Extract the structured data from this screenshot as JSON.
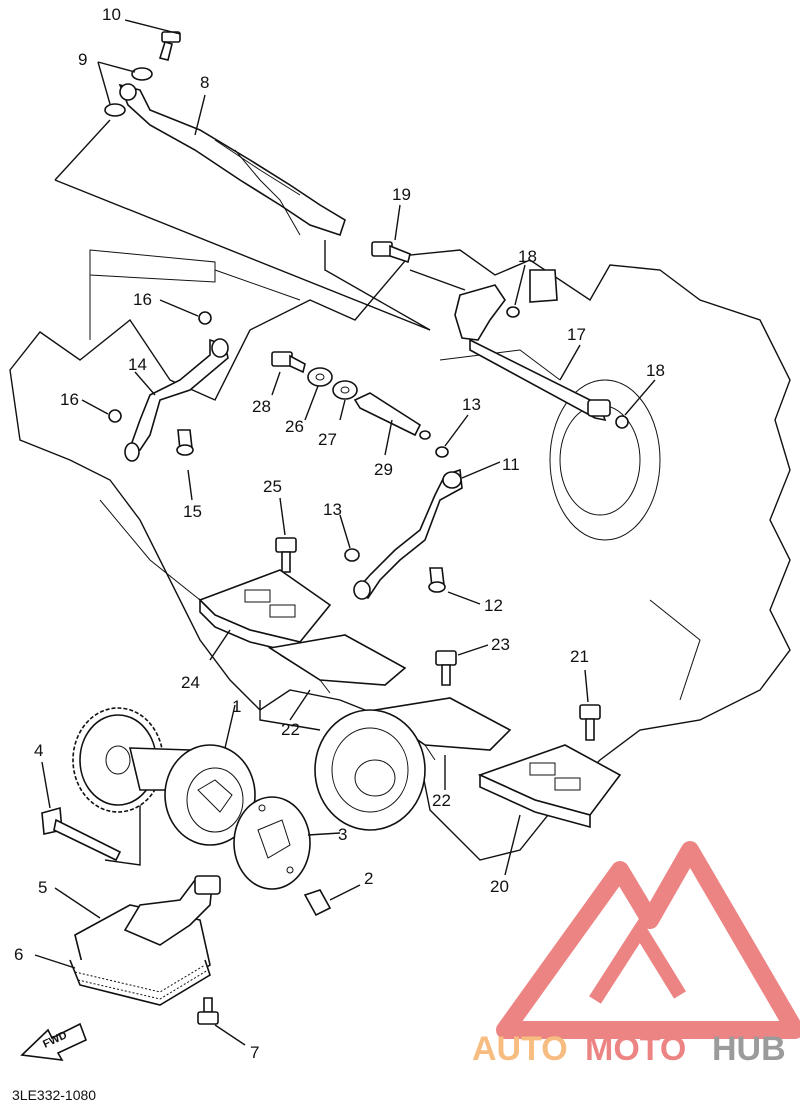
{
  "diagram_code": "3LE332-1080",
  "fwd_label": "FWD",
  "watermark": {
    "part1": "AUTO",
    "part2": "MOTO",
    "part3": "HUB",
    "color_orange": "#f6b26b",
    "color_red": "#ea6f6f",
    "color_gray": "#8a8a8a"
  },
  "callouts": {
    "c1": "1",
    "c2": "2",
    "c3": "3",
    "c4": "4",
    "c5": "5",
    "c6": "6",
    "c7": "7",
    "c8": "8",
    "c9": "9",
    "c10": "10",
    "c11": "11",
    "c12": "12",
    "c13a": "13",
    "c13b": "13",
    "c14": "14",
    "c15": "15",
    "c16a": "16",
    "c16b": "16",
    "c17": "17",
    "c18a": "18",
    "c18b": "18",
    "c19": "19",
    "c20": "20",
    "c21": "21",
    "c22a": "22",
    "c22b": "22",
    "c23": "23",
    "c24": "24",
    "c25": "25",
    "c26": "26",
    "c27": "27",
    "c28": "28",
    "c29": "29"
  }
}
